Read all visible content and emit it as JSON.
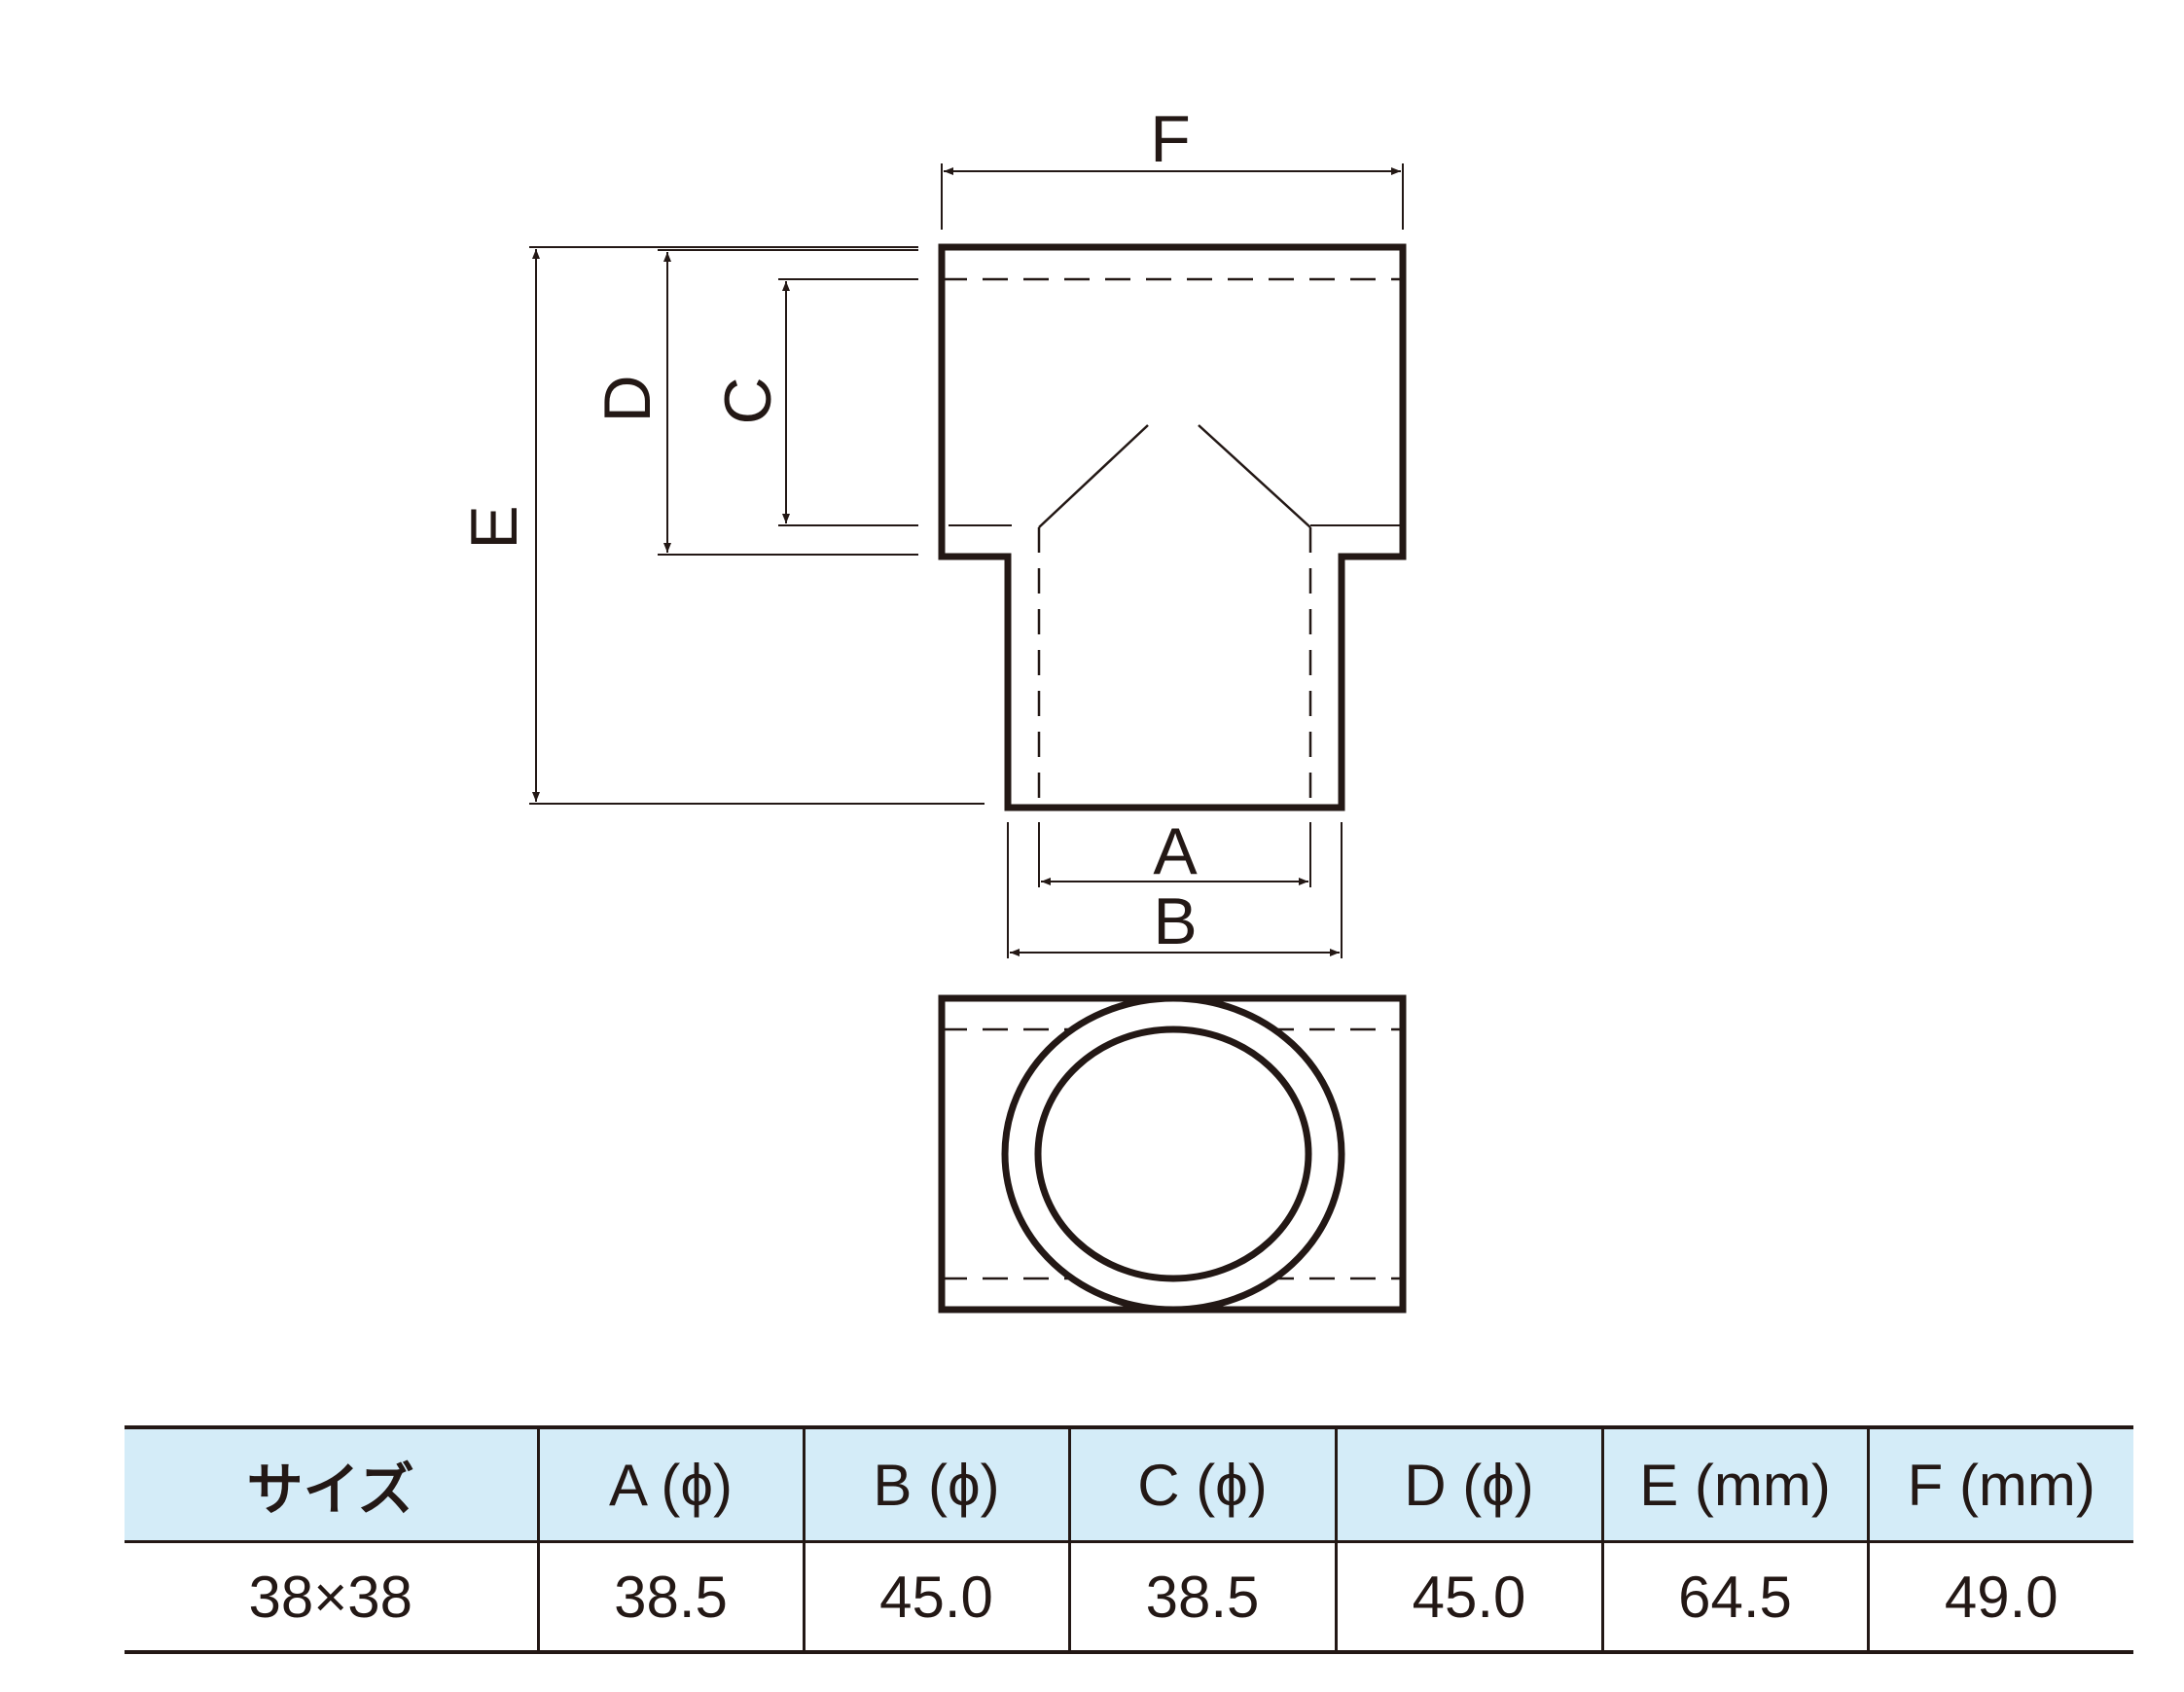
{
  "diagram": {
    "labels": {
      "A": "A",
      "B": "B",
      "C": "C",
      "D": "D",
      "E": "E",
      "F": "F"
    },
    "line_color": "#231815"
  },
  "table": {
    "header_bg": "#d4ecf8",
    "headers": [
      "サイズ",
      "A (ϕ)",
      "B (ϕ)",
      "C (ϕ)",
      "D (ϕ)",
      "E (mm)",
      "F (mm)"
    ],
    "rows": [
      [
        "38×38",
        "38.5",
        "45.0",
        "38.5",
        "45.0",
        "64.5",
        "49.0"
      ]
    ]
  }
}
